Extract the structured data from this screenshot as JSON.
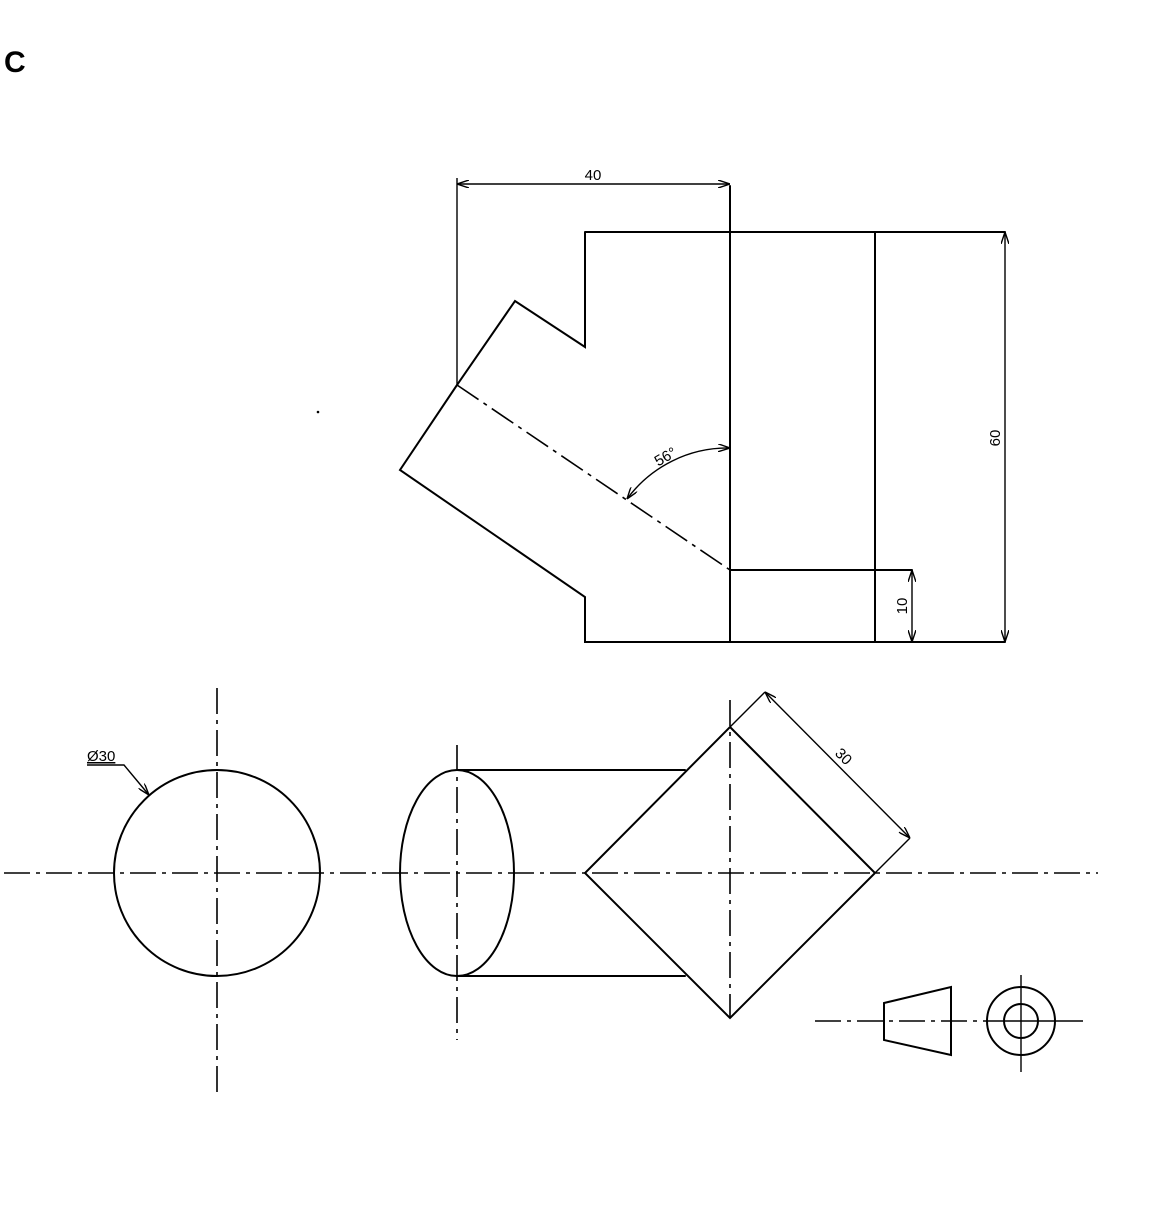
{
  "sheet": {
    "label": "C"
  },
  "colors": {
    "line": "#000000",
    "background": "#ffffff"
  },
  "dimensions": {
    "width_top": "40",
    "height_total": "60",
    "height_base": "10",
    "angle": "56°",
    "square_side": "30",
    "circle_diameter": "Ø30"
  }
}
